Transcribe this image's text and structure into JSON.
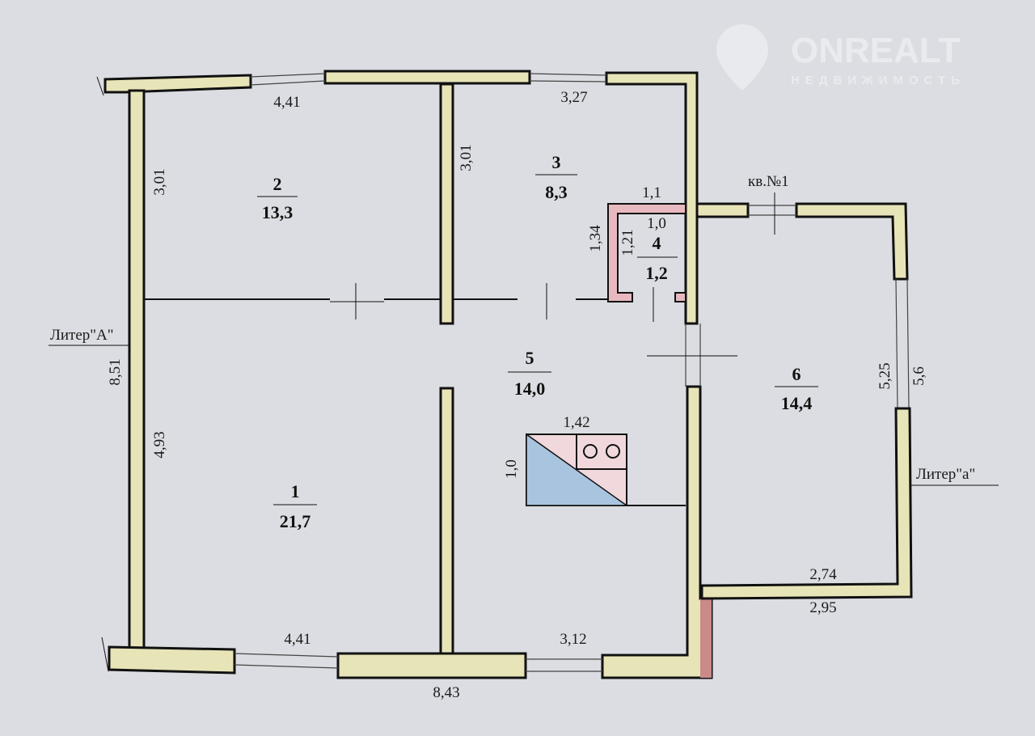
{
  "watermark": {
    "brand": "ONREALT",
    "subtitle": "НЕДВИЖИМОСТЬ"
  },
  "rooms": [
    {
      "number": "1",
      "area": "21,7"
    },
    {
      "number": "2",
      "area": "13,3"
    },
    {
      "number": "3",
      "area": "8,3"
    },
    {
      "number": "4",
      "area": "1,2"
    },
    {
      "number": "5",
      "area": "14,0"
    },
    {
      "number": "6",
      "area": "14,4"
    }
  ],
  "dimensions": {
    "top_left": "4,41",
    "top_right": "3,27",
    "room2_height": "3,01",
    "room3_height": "3,01",
    "room4_outer_width": "1,1",
    "room4_inner_width": "1,0",
    "room4_outer_height": "1,34",
    "room4_inner_height": "1,21",
    "overall_height": "8,51",
    "room1_height": "4,93",
    "stove_width": "1,42",
    "stove_height": "1,0",
    "annex_inner_height": "5,25",
    "annex_outer_height": "5,6",
    "annex_inner_width": "2,74",
    "annex_outer_width": "2,95",
    "bottom_left": "4,41",
    "bottom_right": "3,12",
    "overall_width": "8,43"
  },
  "labels": {
    "liter_main": "Литер\"А\"",
    "liter_annex": "Литер\"а\"",
    "apartment": "кв.№1"
  },
  "colors": {
    "wall": "#e7e4b8",
    "paper": "#dcdde2",
    "pink": "#e8b8c0",
    "blue": "#a9c4de"
  }
}
